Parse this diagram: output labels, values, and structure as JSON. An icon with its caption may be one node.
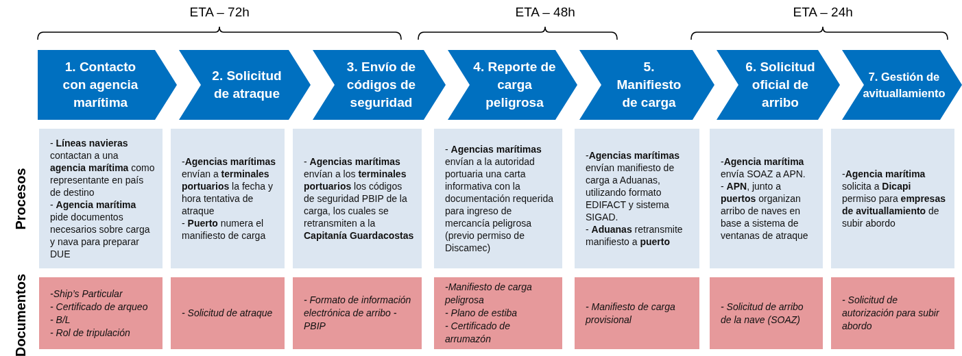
{
  "diagram": {
    "nodes": [
      {
        "text": [
          "1. Contacto con agencia marítima"
        ]
      },
      {
        "text": [
          "2. Solicitud de atraque"
        ]
      },
      {
        "text": [
          "3. Envío de códigos de seguridad"
        ]
      },
      {
        "text": [
          "4. Reporte de carga peligrosa"
        ]
      },
      {
        "text": [
          "5. Manifiesto de carga"
        ]
      },
      {
        "text": [
          "6. Solicitud oficial de arribo"
        ]
      },
      {
        "text": [
          "7. Gestión de avituallamiento"
        ]
      },
      {
        "text": [
          "- **Líneas navieras** contactan a una **agencia marítima** como representante en país de destino",
          "- **Agencia marítima** pide documentos necesarios sobre carga y nava para preparar DUE"
        ]
      },
      {
        "text": [
          "-**Agencias marítimas** envían a **terminales portuarios** la fecha y hora tentativa de atraque",
          "- **Puerto** numera el manifiesto de carga"
        ]
      },
      {
        "text": [
          "- **Agencias marítimas** envían a los **terminales portuarios** los códigos de seguridad PBIP de la carga, los cuales se retransmiten a la **Capitanía Guardacostas**"
        ]
      },
      {
        "text": [
          "- **Agencias marítimas** envían a la autoridad portuaria una carta informativa con la documentación requerida para ingreso de mercancía peligrosa (previo permiso de Discamec)"
        ]
      },
      {
        "text": [
          "-**Agencias marítimas** envían manifiesto de carga a Aduanas, utilizando formato EDIFACT y sistema SIGAD.",
          "- **Aduanas** retransmite manifiesto a **puerto**"
        ]
      },
      {
        "text": [
          "-**Agencia marítima** envía SOAZ a APN.",
          "- **APN**, junto a **puertos** organizan arribo de naves en base a sistema de ventanas de atraque"
        ]
      },
      {
        "text": [
          "-**Agencia marítima** solicita a **Dicapi** permiso para **empresas de avituallamiento** de subir abordo"
        ]
      },
      {
        "text": [
          "-Ship’s Particular",
          "- Certificado de arqueo",
          "- B/L",
          "- Rol de tripulación"
        ]
      },
      {
        "text": [
          "- Solicitud de atraque"
        ]
      },
      {
        "text": [
          "- Formato de información electrónica de arribo - PBIP"
        ]
      },
      {
        "text": [
          "-Manifiesto de carga peligrosa",
          "- Plano de estiba",
          "- Certificado de arrumazón"
        ]
      },
      {
        "text": [
          "- Manifiesto de carga provisional"
        ]
      },
      {
        "text": [
          "- Solicitud de arribo de la nave (SOAZ)"
        ]
      },
      {
        "text": [
          "- Solicitud de autorización para subir abordo"
        ]
      }
    ],
    "labels": [
      "ETA – 72h",
      "ETA – 48h",
      "ETA – 24h",
      "Procesos",
      "Documentos"
    ]
  }
}
